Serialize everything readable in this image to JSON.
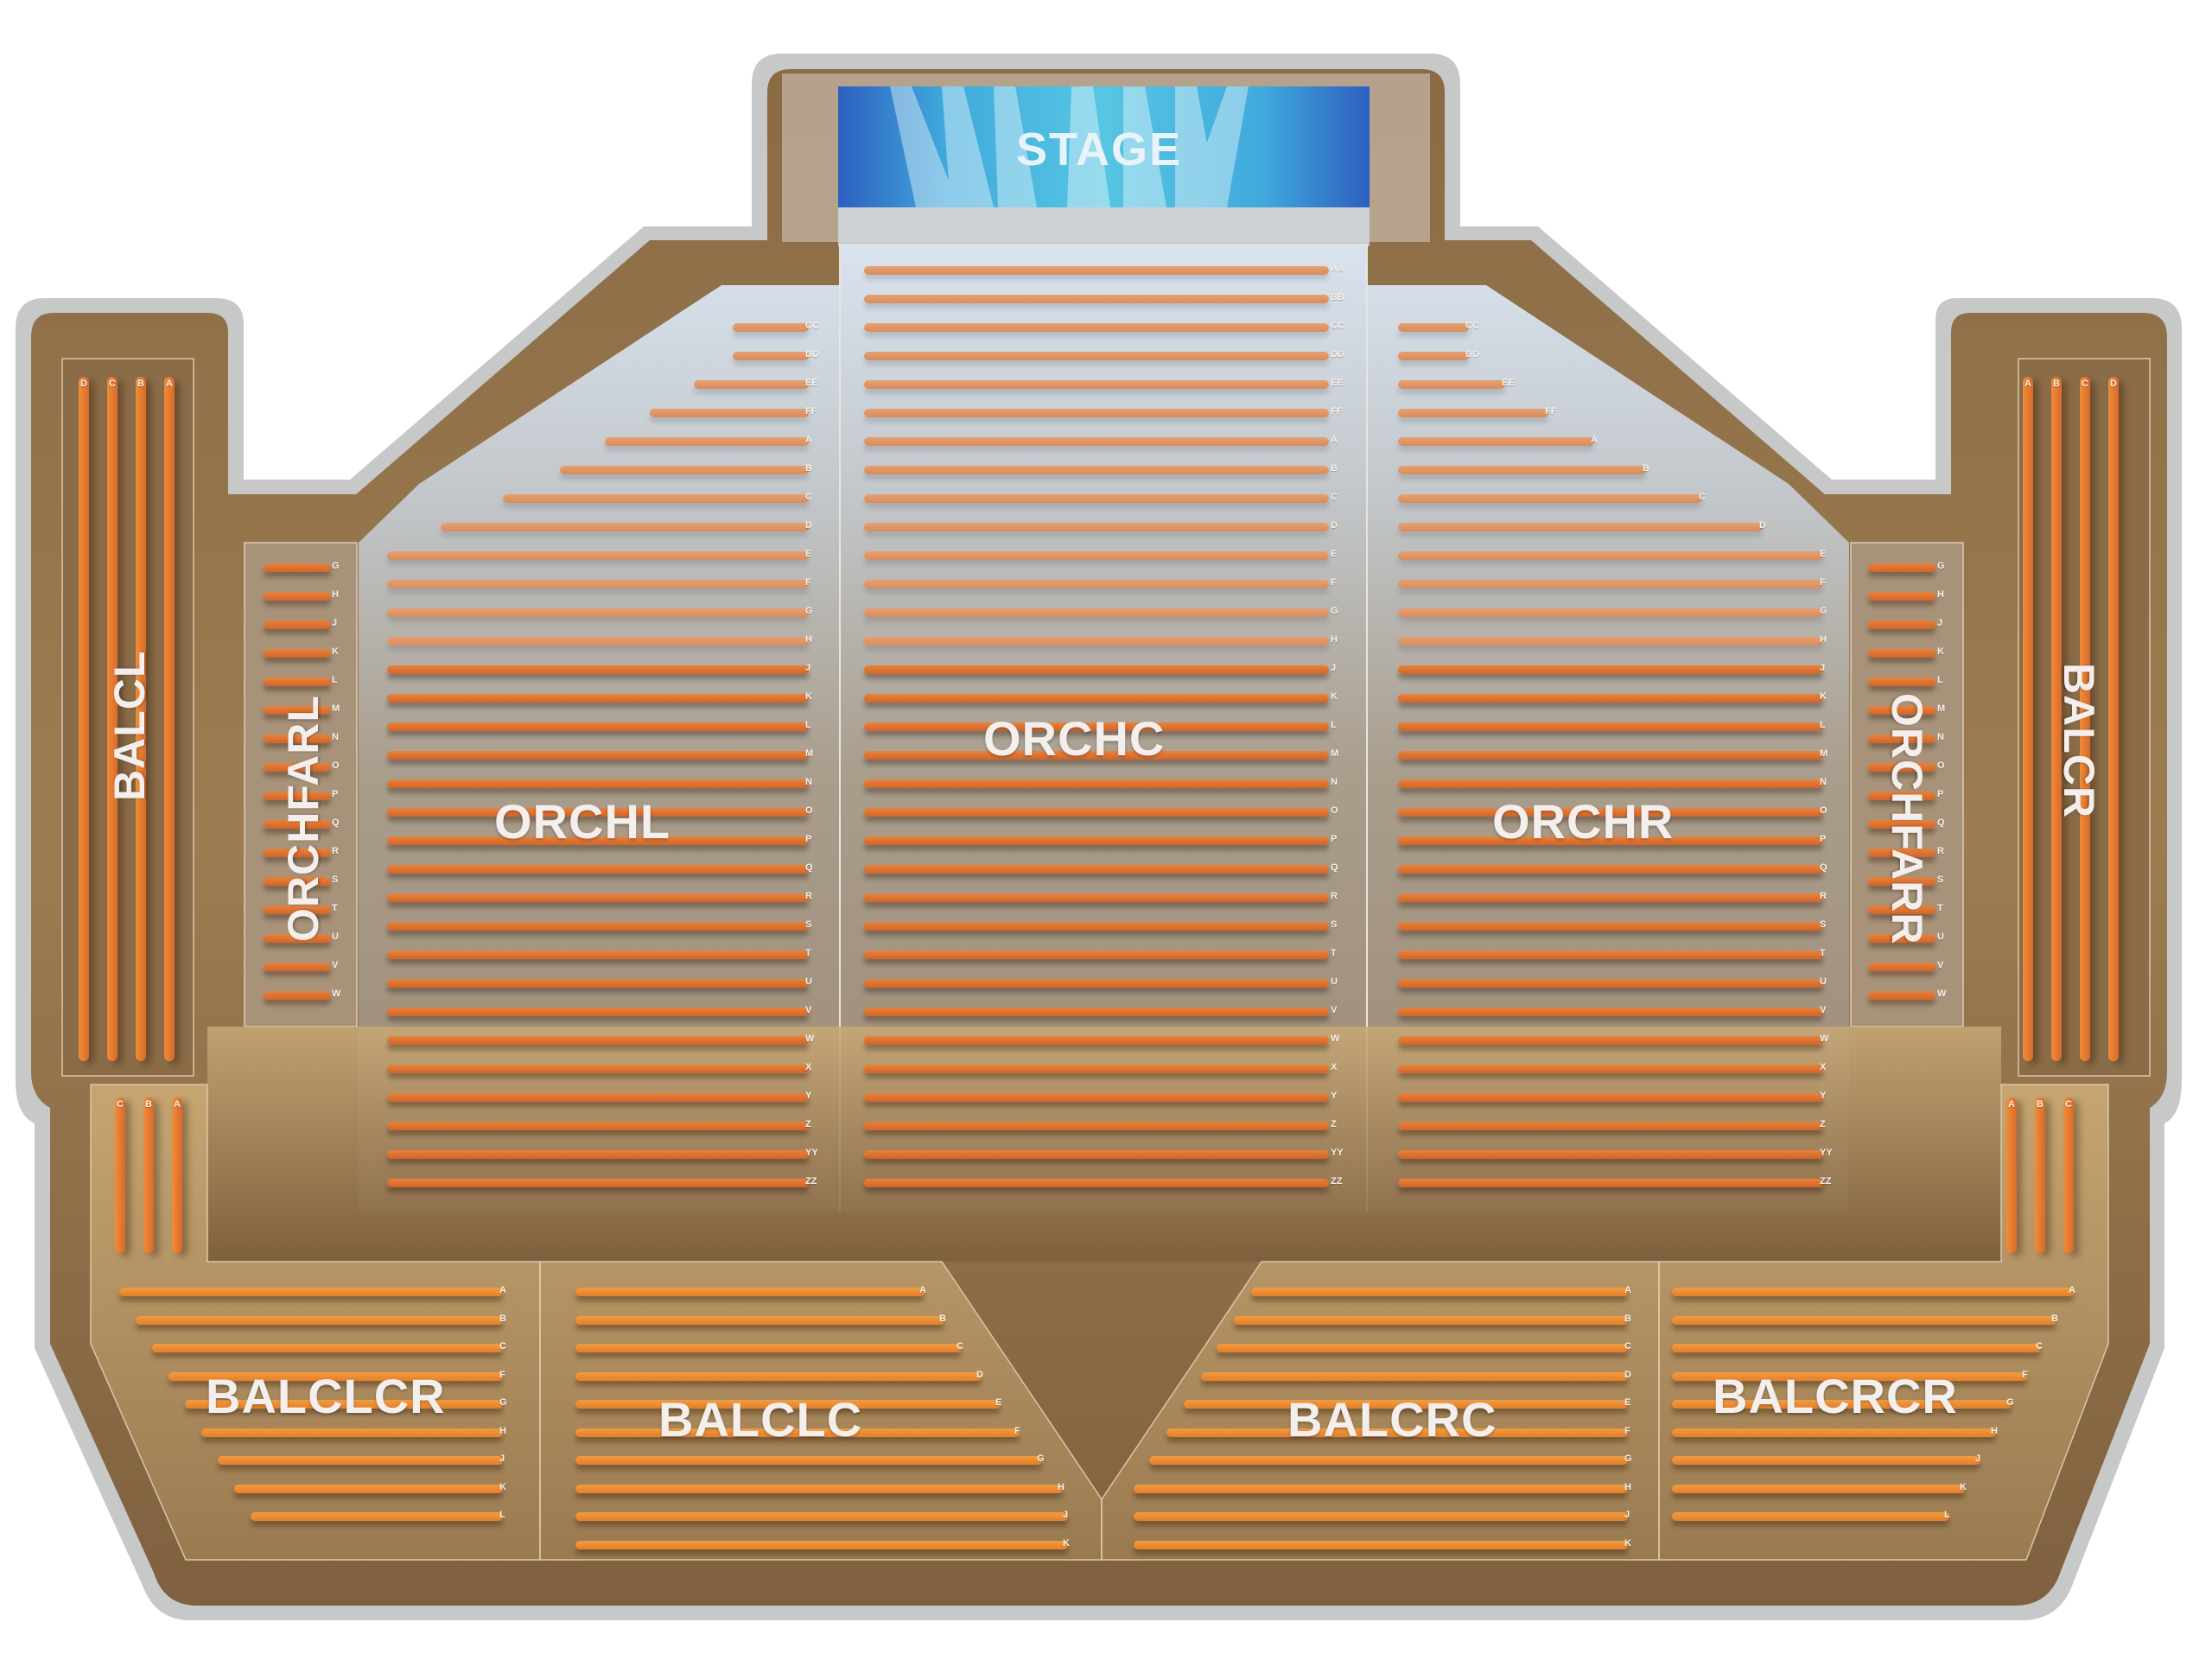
{
  "stage": {
    "label": "STAGE"
  },
  "colors": {
    "border": "#c7c8c8",
    "floor_dark": "#7a5d3c",
    "floor_light": "#b99a6d",
    "row_orange": "#dc6e2e",
    "stage_blue": "#2f72c9",
    "stage_cyan": "#3ec5e2",
    "label_white": "#f4efec"
  },
  "sections": {
    "orchc": {
      "label": "ORCHC",
      "rows": [
        "AA",
        "BB",
        "CC",
        "DD",
        "EE",
        "FF",
        "A",
        "B",
        "C",
        "D",
        "E",
        "F",
        "G",
        "H",
        "J",
        "K",
        "L",
        "M",
        "N",
        "O",
        "P",
        "Q",
        "R",
        "S",
        "T",
        "U",
        "V",
        "W",
        "X",
        "Y",
        "Z",
        "YY",
        "ZZ"
      ]
    },
    "orchl": {
      "label": "ORCHL",
      "rows": [
        "CC",
        "DD",
        "EE",
        "FF",
        "A",
        "B",
        "C",
        "D",
        "E",
        "F",
        "G",
        "H",
        "J",
        "K",
        "L",
        "M",
        "N",
        "O",
        "P",
        "Q",
        "R",
        "S",
        "T",
        "U",
        "V",
        "W",
        "X",
        "Y",
        "Z",
        "YY",
        "ZZ"
      ]
    },
    "orchr": {
      "label": "ORCHR",
      "rows": [
        "CC",
        "DD",
        "EE",
        "FF",
        "A",
        "B",
        "C",
        "D",
        "E",
        "F",
        "G",
        "H",
        "J",
        "K",
        "L",
        "M",
        "N",
        "O",
        "P",
        "Q",
        "R",
        "S",
        "T",
        "U",
        "V",
        "W",
        "X",
        "Y",
        "Z",
        "YY",
        "ZZ"
      ]
    },
    "orchfarl": {
      "label": "ORCHFARL",
      "rows": [
        "G",
        "H",
        "J",
        "K",
        "L",
        "M",
        "N",
        "O",
        "P",
        "Q",
        "R",
        "S",
        "T",
        "U",
        "V",
        "W"
      ]
    },
    "orchfarr": {
      "label": "ORCHFARR",
      "rows": [
        "G",
        "H",
        "J",
        "K",
        "L",
        "M",
        "N",
        "O",
        "P",
        "Q",
        "R",
        "S",
        "T",
        "U",
        "V",
        "W"
      ]
    },
    "balcl": {
      "label": "BALCL",
      "upper_rows": [
        "D",
        "C",
        "B",
        "A"
      ],
      "lower_rows": [
        "C",
        "B",
        "A"
      ]
    },
    "balcr": {
      "label": "BALCR",
      "upper_rows": [
        "A",
        "B",
        "C",
        "D"
      ],
      "lower_rows": [
        "A",
        "B",
        "C"
      ]
    },
    "balclcr": {
      "label": "BALCLCR",
      "rows": [
        "A",
        "B",
        "C",
        "F",
        "G",
        "H",
        "J",
        "K",
        "L"
      ]
    },
    "balclc": {
      "label": "BALCLC",
      "rows": [
        "A",
        "B",
        "C",
        "D",
        "E",
        "F",
        "G",
        "H",
        "J",
        "K"
      ]
    },
    "balcrc": {
      "label": "BALCRC",
      "rows": [
        "A",
        "B",
        "C",
        "D",
        "E",
        "F",
        "G",
        "H",
        "J",
        "K"
      ]
    },
    "balcrcr": {
      "label": "BALCRCR",
      "rows": [
        "A",
        "B",
        "C",
        "F",
        "G",
        "H",
        "J",
        "K",
        "L"
      ]
    }
  }
}
